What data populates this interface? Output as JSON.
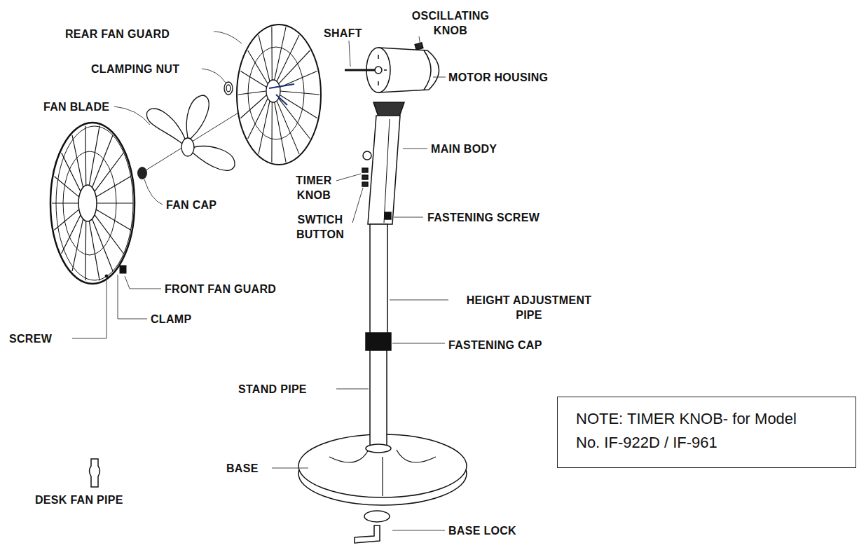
{
  "diagram": {
    "nodes": [
      {
        "text": [
          "NOTE: TIMER KNOB- for Model No. IF-922D / IF-961"
        ]
      }
    ],
    "labels": [
      "REAR FAN GUARD",
      "SHAFT",
      "OSCILLATING KNOB",
      "CLAMPING NUT",
      "MOTOR HOUSING",
      "FAN BLADE",
      "MAIN BODY",
      "TIMER KNOB",
      "FAN CAP",
      "SWTICH BUTTON",
      "FASTENING SCREW",
      "FRONT FAN GUARD",
      "CLAMP",
      "SCREW",
      "HEIGHT ADJUSTMENT PIPE",
      "FASTENING CAP",
      "STAND PIPE",
      "BASE",
      "DESK FAN PIPE",
      "BASE LOCK"
    ]
  }
}
